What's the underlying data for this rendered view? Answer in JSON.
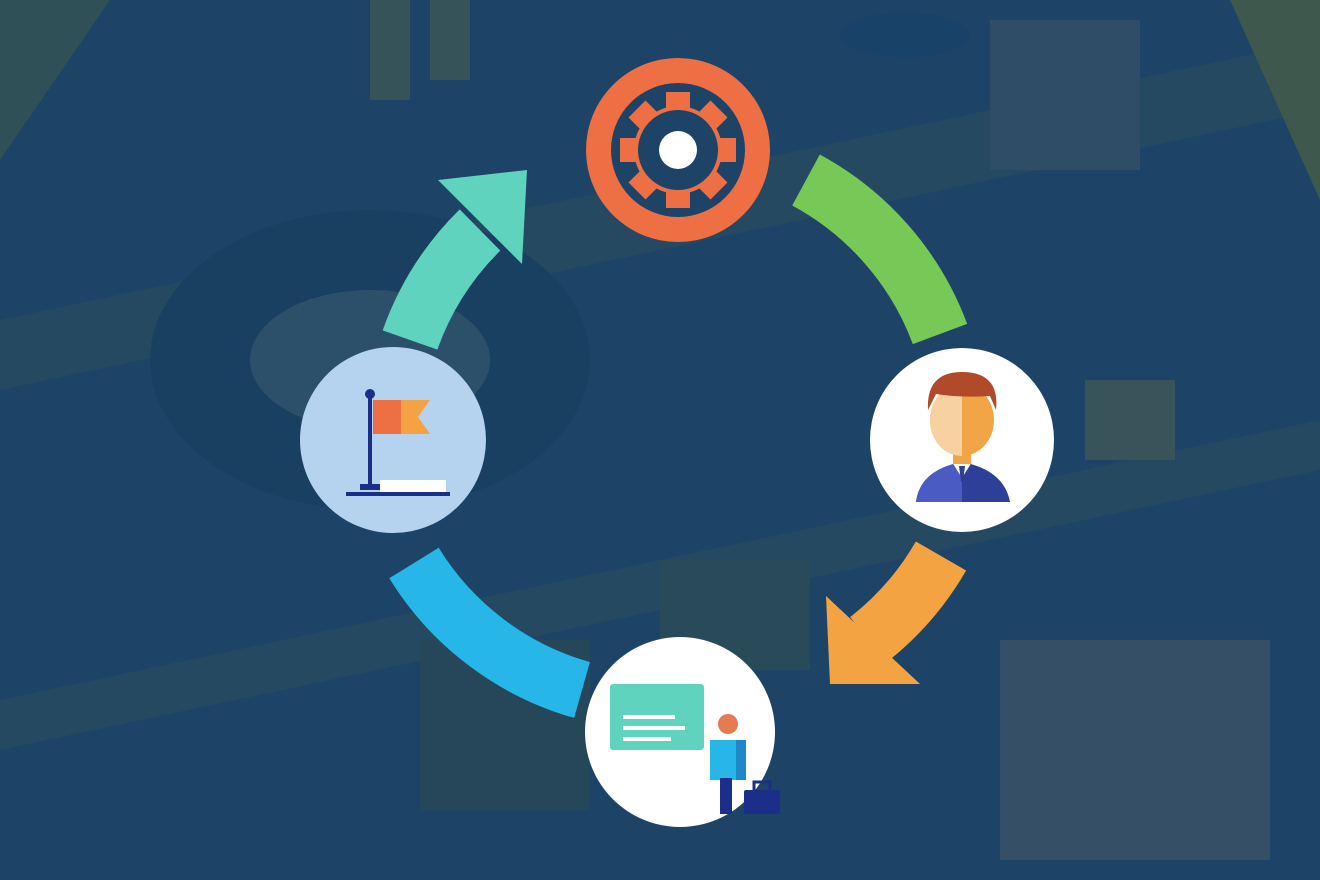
{
  "colors": {
    "background": "#1d4466",
    "gear": "#ef6f45",
    "arrow_green": "#76c956",
    "arrow_orange": "#f4a342",
    "arrow_blue": "#26b7e8",
    "arrow_teal": "#5fd3bd",
    "flag_circle": "#b5d3ee",
    "white": "#ffffff"
  },
  "cycle": [
    {
      "icon": "gear-icon",
      "arrow_to_next": "arrow_green"
    },
    {
      "icon": "businessman-icon",
      "arrow_to_next": "arrow_orange"
    },
    {
      "icon": "presenter-board-icon",
      "arrow_to_next": "arrow_blue"
    },
    {
      "icon": "flag-icon",
      "arrow_to_next": "arrow_teal"
    }
  ]
}
